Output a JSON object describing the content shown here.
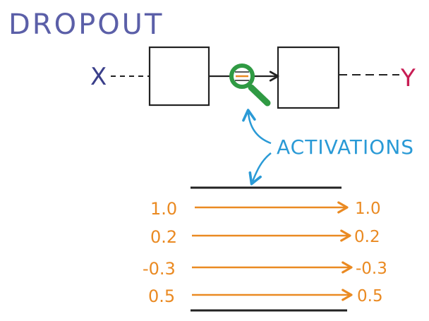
{
  "title": "DROPOUT",
  "input_label": "X",
  "output_label": "Y",
  "annotation": "ACTIVATIONS",
  "activations": [
    {
      "input": "1.0",
      "output": "1.0"
    },
    {
      "input": "0.2",
      "output": "0.2"
    },
    {
      "input": "-0.3",
      "output": "-0.3"
    },
    {
      "input": "0.5",
      "output": "0.5"
    }
  ],
  "icons": {
    "inspect": "magnifier-icon"
  },
  "colors": {
    "title": "#5b5fa8",
    "input_label": "#3a3f8a",
    "output_label": "#c81d54",
    "annotation": "#2a9ad6",
    "activation": "#ea8a22",
    "magnifier": "#2f9a43",
    "stroke": "#222222"
  }
}
